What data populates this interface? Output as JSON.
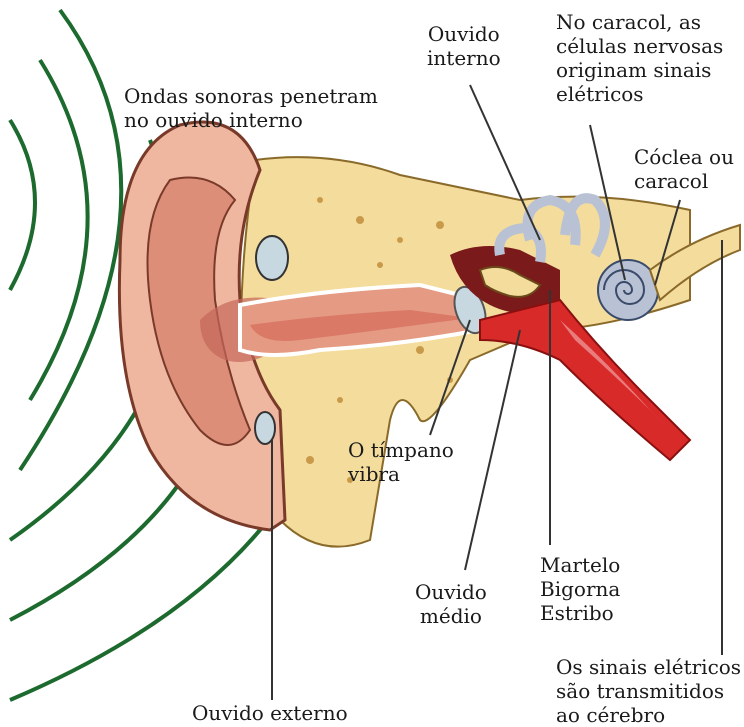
{
  "labels": {
    "sound_waves": [
      "Ondas sonoras penetram",
      "no ouvido interno"
    ],
    "inner_ear": [
      "Ouvido",
      "interno"
    ],
    "cochlea_cells": [
      "No caracol, as",
      "células nervosas",
      "originam sinais",
      "elétricos"
    ],
    "cochlea": [
      "Cóclea ou",
      "caracol"
    ],
    "eardrum": [
      "O tímpano",
      "vibra"
    ],
    "ossicles": [
      "Martelo",
      "Bigorna",
      "Estribo"
    ],
    "middle_ear": [
      "Ouvido",
      "médio"
    ],
    "brain_signals": [
      "Os sinais elétricos",
      "são transmitidos",
      "ao cérebro"
    ],
    "outer_ear": "Ouvido externo"
  },
  "colors": {
    "skin": "#f0b7a0",
    "skin_dark": "#dc8e78",
    "bone": "#f3dc9c",
    "canal": "#d66b5a",
    "nerve": "#d92a2a",
    "cochlea": "#b9c2d4",
    "waves": "#1d6a2f",
    "leader_lines": "#333333"
  }
}
